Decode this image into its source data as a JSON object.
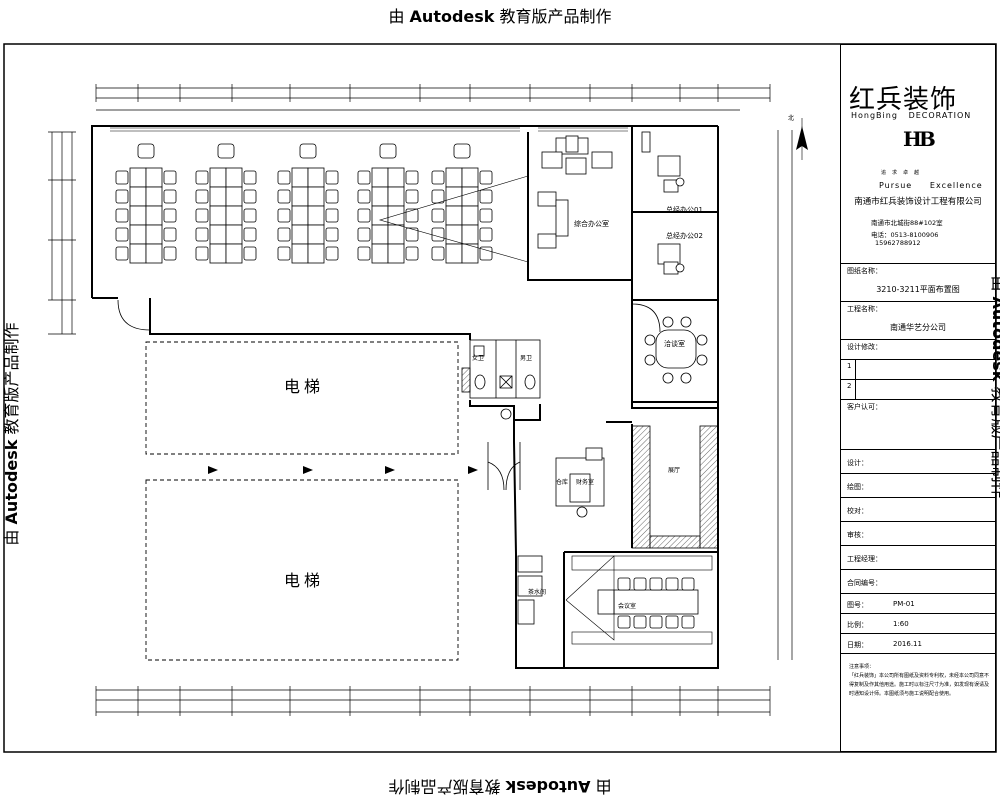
{
  "watermark": {
    "prefix": "由",
    "brand": "Autodesk",
    "suffix": "教育版产品制作"
  },
  "plan": {
    "elevator_label": "电梯",
    "rooms": {
      "reception_meeting": "综合办公室",
      "office_01": "总经办公01",
      "office_02": "总经办公02",
      "meeting_room": "洽谈室",
      "women_wc": "女卫",
      "men_wc": "男卫",
      "finance": "财务室",
      "warehouse": "仓库",
      "exhibition": "展厅",
      "pantry": "茶水间",
      "boardroom": "会议室"
    },
    "north_label": "北"
  },
  "title_block": {
    "logo_cn": "红兵装饰",
    "logo_en_left": "HongBing",
    "logo_en_right": "DECORATION",
    "logo_mark": "HB",
    "slogan_cn": "追求卓越",
    "slogan_en_left": "Pursue",
    "slogan_en_right": "Excellence",
    "company": "南通市红兵装饰设计工程有限公司",
    "address": "南通市北城街88#102室",
    "phone": "电话：0513-8100906",
    "mobile": "15962788912",
    "drawing_name_label": "图纸名称：",
    "drawing_name": "3210-3211平面布置图",
    "project_label": "工程名称：",
    "project": "南通华艺分公司",
    "revision_label": "设计修改：",
    "rev1": "1",
    "rev2": "2",
    "client_label": "客户认可：",
    "designer_label": "设计：",
    "drafter_label": "绘图：",
    "checker_label": "校对：",
    "reviewer_label": "审核：",
    "manager_label": "工程经理：",
    "contract_label": "合同编号：",
    "sheet_label": "图号：",
    "sheet": "PM-01",
    "scale_label": "比例：",
    "scale": "1:60",
    "date_label": "日期：",
    "date": "2016.11",
    "notes_title": "注意事项：",
    "notes": "「红兵装饰」本公司所有图纸及资料专利权，未经本公司同意不得复制及作其他用途。施工时以标注尺寸为准，如发现有误请及时通知设计师。本图纸须与施工说明配合使用。"
  }
}
